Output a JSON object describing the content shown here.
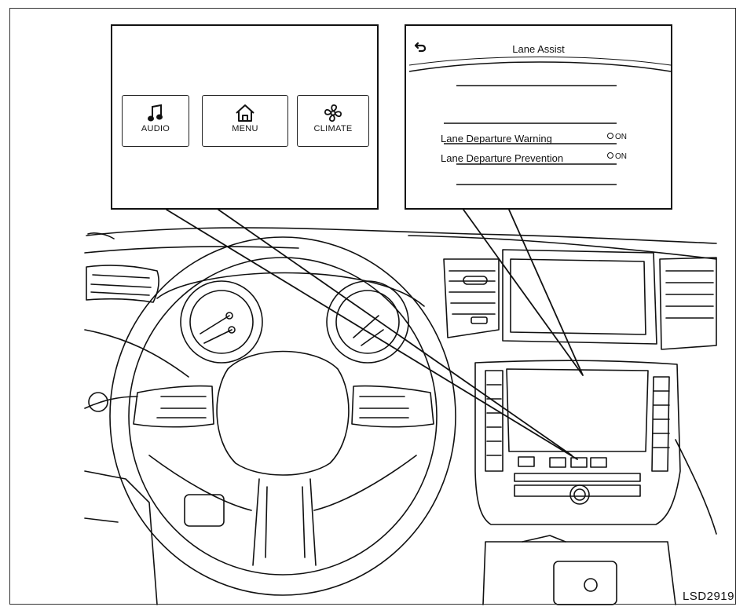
{
  "left_callout": {
    "buttons": [
      {
        "label": "AUDIO",
        "icon": "music-note-icon"
      },
      {
        "label": "MENU",
        "icon": "home-icon"
      },
      {
        "label": "CLIMATE",
        "icon": "fan-icon"
      }
    ]
  },
  "right_callout": {
    "back_icon": "back-arrow-icon",
    "title": "Lane Assist",
    "rows": [
      {
        "label": "Lane Departure Warning",
        "state": "ON"
      },
      {
        "label": "Lane Departure Prevention",
        "state": "ON"
      }
    ]
  },
  "figure_code": "LSD2919",
  "colors": {
    "line": "#111111",
    "background": "#ffffff"
  }
}
